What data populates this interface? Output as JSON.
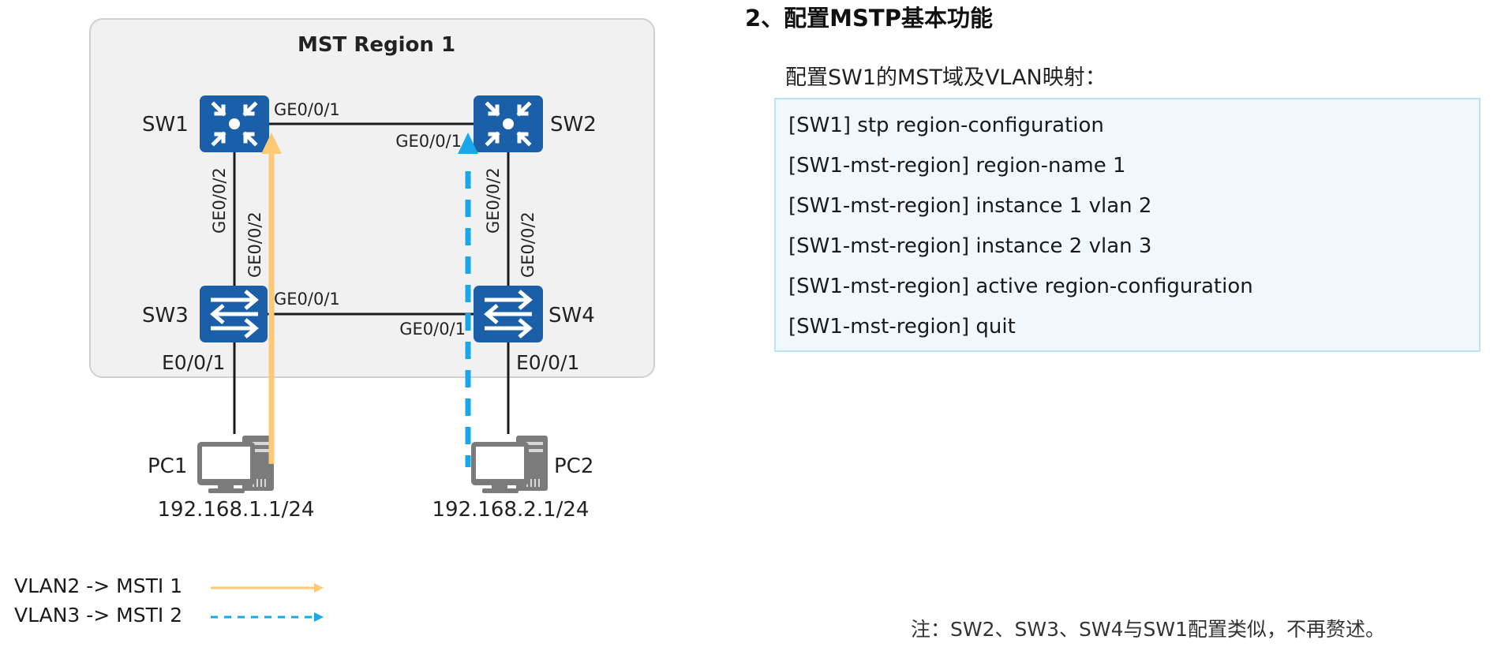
{
  "diagram": {
    "region_title": "MST Region 1",
    "nodes": {
      "sw1": {
        "label": "SW1",
        "type": "core-switch"
      },
      "sw2": {
        "label": "SW2",
        "type": "core-switch"
      },
      "sw3": {
        "label": "SW3",
        "type": "access-switch"
      },
      "sw4": {
        "label": "SW4",
        "type": "access-switch"
      },
      "pc1": {
        "label": "PC1",
        "ip": "192.168.1.1/24",
        "type": "pc"
      },
      "pc2": {
        "label": "PC2",
        "ip": "192.168.2.1/24",
        "type": "pc"
      }
    },
    "ports": {
      "sw1_to_sw2": "GE0/0/1",
      "sw2_to_sw1": "GE0/0/1",
      "sw1_to_sw3": "GE0/0/2",
      "sw3_to_sw1": "GE0/0/2",
      "sw2_to_sw4": "GE0/0/2",
      "sw4_to_sw2": "GE0/0/2",
      "sw3_to_sw4": "GE0/0/1",
      "sw4_to_sw3": "GE0/0/1",
      "sw3_to_pc1": "E0/0/1",
      "sw4_to_pc2": "E0/0/1"
    },
    "colors": {
      "switch_blue": "#1a5fa8",
      "msti1_orange": "#fdc977",
      "msti2_blue": "#1aa7e8",
      "pc_gray": "#7b7b7b",
      "region_bg": "#f1f1f1"
    }
  },
  "legend": [
    {
      "label": "VLAN2 -> MSTI 1",
      "style": "solid-orange-arrow"
    },
    {
      "label": "VLAN3 -> MSTI 2",
      "style": "dashed-blue-arrow"
    }
  ],
  "doc": {
    "section_title": "2、配置MSTP基本功能",
    "subtitle": "配置SW1的MST域及VLAN映射：",
    "code_lines": [
      "[SW1] stp region-configuration",
      "[SW1-mst-region] region-name 1",
      "[SW1-mst-region] instance 1 vlan 2",
      "[SW1-mst-region] instance 2 vlan 3",
      "[SW1-mst-region] active region-configuration",
      "[SW1-mst-region] quit"
    ],
    "note": "注：SW2、SW3、SW4与SW1配置类似，不再赘述。"
  }
}
